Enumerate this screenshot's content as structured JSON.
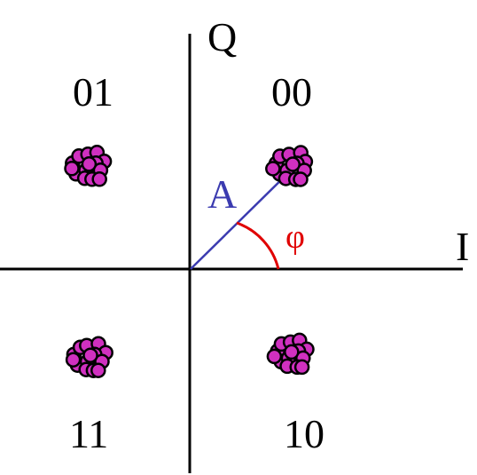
{
  "axes": {
    "i_label": "I",
    "q_label": "Q"
  },
  "quadrants": {
    "q00": "00",
    "q01": "01",
    "q10": "10",
    "q11": "11"
  },
  "vector": {
    "amplitude_label": "A",
    "phase_label": "φ"
  },
  "colors": {
    "axis": "#000000",
    "vector": "#3b3bb0",
    "amplitude_label": "#3b3bb0",
    "phase": "#e00000",
    "symbol_fill": "#d030c0",
    "symbol_stroke": "#000000"
  }
}
